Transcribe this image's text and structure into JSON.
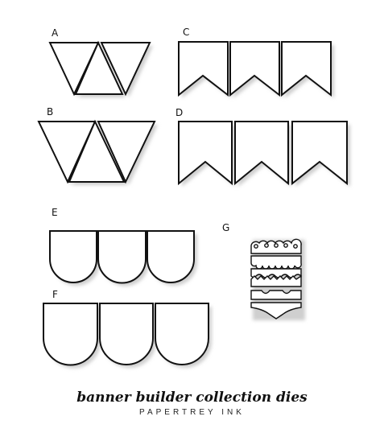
{
  "labels": {
    "a": "A",
    "b": "B",
    "c": "C",
    "d": "D",
    "e": "E",
    "f": "F",
    "g": "G"
  },
  "footer": {
    "title": "banner builder collection dies",
    "brand": "PAPERTREY INK"
  }
}
